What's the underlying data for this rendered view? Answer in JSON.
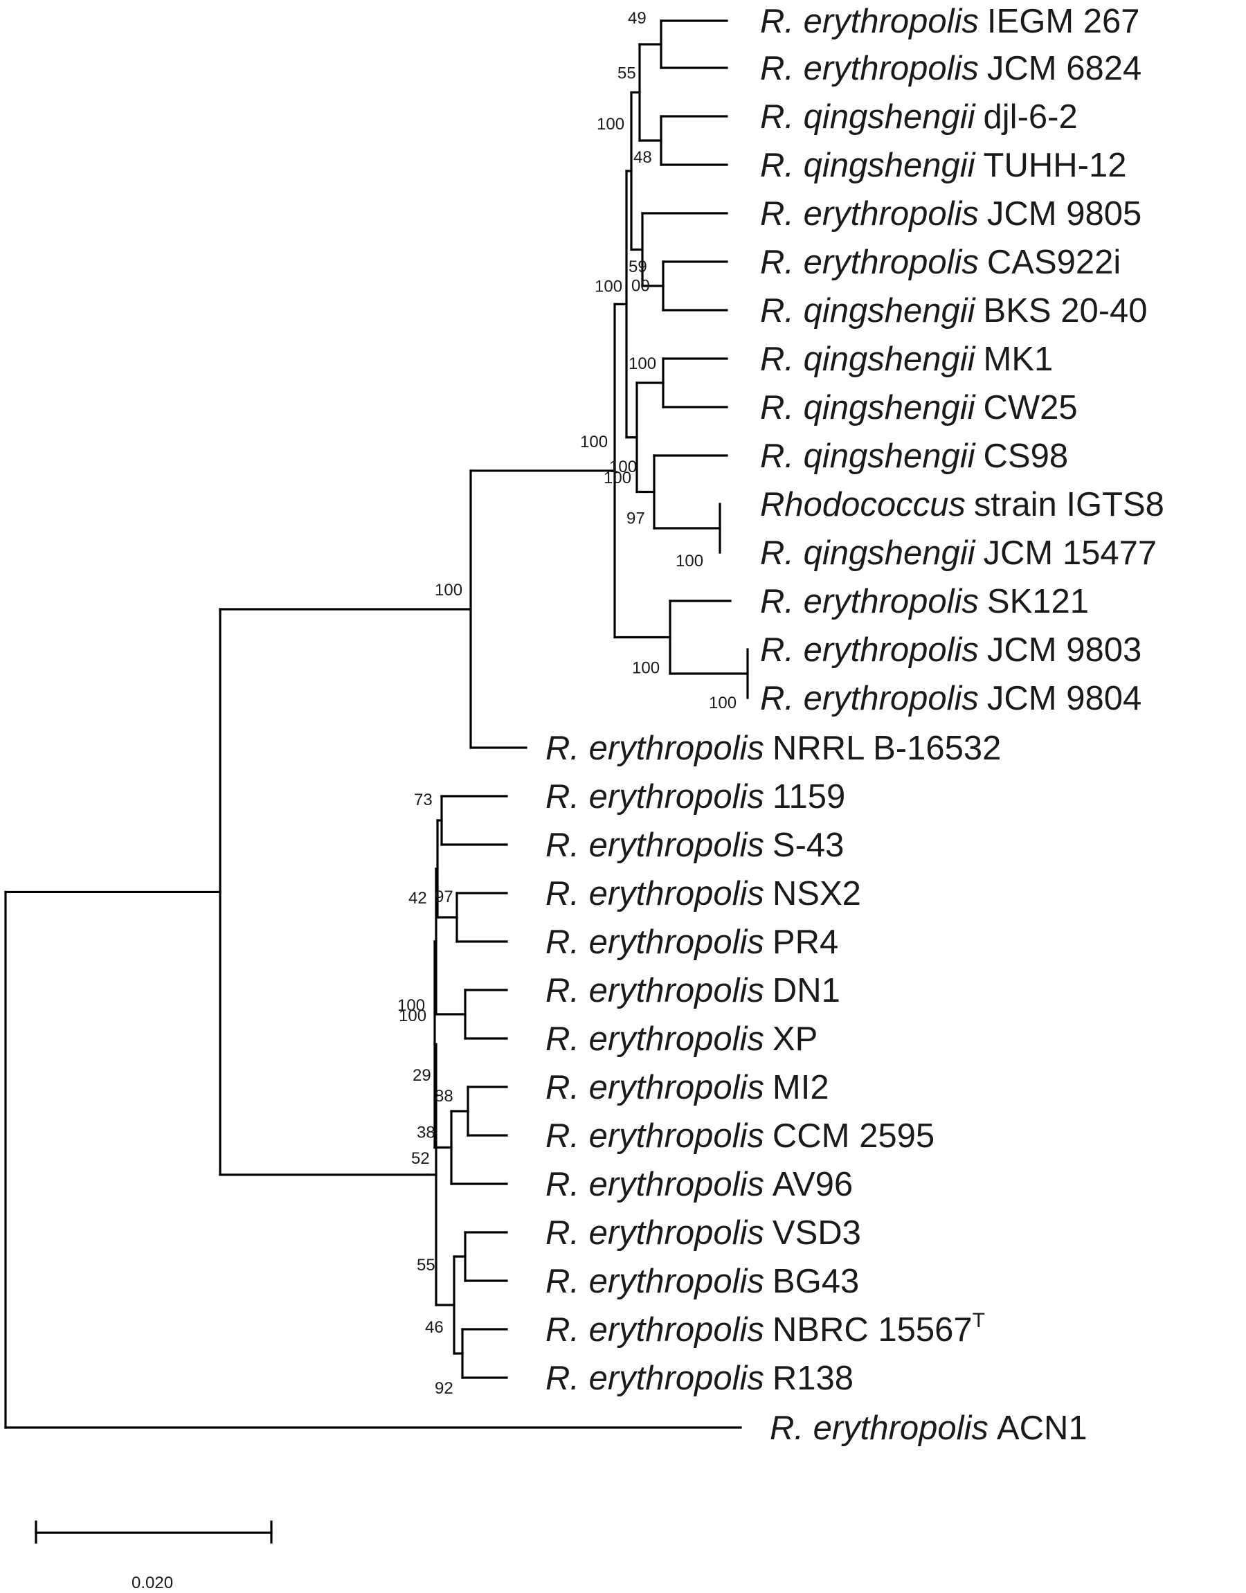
{
  "tree": {
    "leaves": [
      {
        "id": "ieqm267",
        "genus": "R. erythropolis",
        "strain": "IEGM 267"
      },
      {
        "id": "jcm6824",
        "genus": "R. erythropolis",
        "strain": "JCM 6824"
      },
      {
        "id": "djl62",
        "genus": "R. qingshengii",
        "strain": "djl-6-2"
      },
      {
        "id": "tuhh12",
        "genus": "R. qingshengii",
        "strain": "TUHH-12"
      },
      {
        "id": "jcm9805",
        "genus": "R. erythropolis",
        "strain": "JCM 9805"
      },
      {
        "id": "cas922i",
        "genus": "R. erythropolis",
        "strain": "CAS922i"
      },
      {
        "id": "bks2040",
        "genus": "R. qingshengii",
        "strain": "BKS 20-40"
      },
      {
        "id": "mk1",
        "genus": "R. qingshengii",
        "strain": "MK1"
      },
      {
        "id": "cw25",
        "genus": "R. qingshengii",
        "strain": "CW25"
      },
      {
        "id": "cs98",
        "genus": "R. qingshengii",
        "strain": "CS98"
      },
      {
        "id": "igts8",
        "genus": "Rhodococcus",
        "strain": "strain IGTS8"
      },
      {
        "id": "jcm15477",
        "genus": "R. qingshengii",
        "strain": "JCM 15477"
      },
      {
        "id": "sk121",
        "genus": "R. erythropolis",
        "strain": "SK121"
      },
      {
        "id": "jcm9803",
        "genus": "R. erythropolis",
        "strain": "JCM 9803"
      },
      {
        "id": "jcm9804",
        "genus": "R. erythropolis",
        "strain": "JCM 9804"
      },
      {
        "id": "nrrl",
        "genus": "R. erythropolis",
        "strain": "NRRL B-16532"
      },
      {
        "id": "s1159",
        "genus": "R. erythropolis",
        "strain": "1159"
      },
      {
        "id": "s43",
        "genus": "R. erythropolis",
        "strain": "S-43"
      },
      {
        "id": "nsx2",
        "genus": "R. erythropolis",
        "strain": "NSX2"
      },
      {
        "id": "pr4",
        "genus": "R. erythropolis",
        "strain": "PR4"
      },
      {
        "id": "dn1",
        "genus": "R. erythropolis",
        "strain": "DN1"
      },
      {
        "id": "xp",
        "genus": "R. erythropolis",
        "strain": "XP"
      },
      {
        "id": "mi2",
        "genus": "R. erythropolis",
        "strain": "MI2"
      },
      {
        "id": "ccm2595",
        "genus": "R. erythropolis",
        "strain": "CCM 2595"
      },
      {
        "id": "av96",
        "genus": "R. erythropolis",
        "strain": "AV96"
      },
      {
        "id": "vsd3",
        "genus": "R. erythropolis",
        "strain": "VSD3"
      },
      {
        "id": "bg43",
        "genus": "R. erythropolis",
        "strain": "BG43"
      },
      {
        "id": "nbrc",
        "genus": "R. erythropolis",
        "strain": "NBRC 15567",
        "superscript": "T"
      },
      {
        "id": "r138",
        "genus": "R. erythropolis",
        "strain": "R138"
      },
      {
        "id": "acn1",
        "genus": "R. erythropolis",
        "strain": "ACN1"
      }
    ],
    "support_values": {
      "n_ieqm_jcm6824": "49",
      "n_ieqm_qing": "55",
      "n_djl_tuhh": "48",
      "n_upper4": "100",
      "n_cas_bks": "59",
      "n_jcm9805_cas": "00",
      "n_upper7": "100",
      "n_mk1_cw25": "100",
      "n_mk_cs": "100",
      "n_cs98_igts": "97",
      "n_igts_jcm15477": "100",
      "n_main_top": "100",
      "n_sk121_grp": "100",
      "n_jcm9803_9804": "100",
      "n_top_clade": "100",
      "n_1159_s43": "73",
      "n_nsx2_pr4": "97",
      "n_nsx_1159": "42",
      "n_dn1_xp": "100",
      "n_upper_mid": "100",
      "n_mi2_ccm": "88",
      "n_mi2_av96": "38",
      "n_mid_low": "29",
      "n_vsd3_bg43": "55",
      "n_mi_vsd": "52",
      "n_nbrc_r138": "92",
      "n_low": "46"
    },
    "scale_bar": {
      "label": "0.020"
    }
  }
}
